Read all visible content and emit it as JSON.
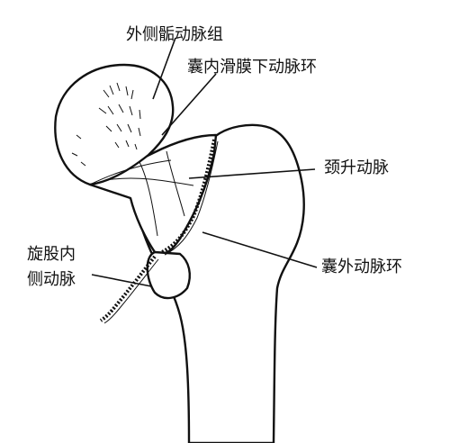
{
  "labels": {
    "lateral_epiphyseal": "外侧骺动脉组",
    "subsynovial_ring": "囊内滑膜下动脉环",
    "ascending_cervical": "颈升动脉",
    "extracapsular_ring": "囊外动脉环",
    "medial_circumflex_line1": "旋股内",
    "medial_circumflex_line2": "侧动脉"
  },
  "colors": {
    "ink": "#111111",
    "background": "#ffffff"
  }
}
